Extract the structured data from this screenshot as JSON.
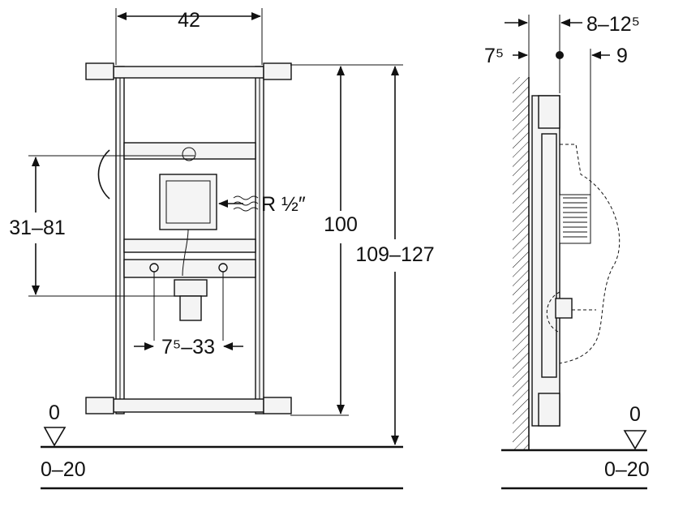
{
  "front_view": {
    "width_label": "42",
    "height_label": "100",
    "total_height_label": "109–127",
    "drain_height_label": "31–81",
    "connection_label": "R ½″",
    "spacing_label": "7⁵–33",
    "floor_zero_label": "0",
    "floor_range_label": "0–20"
  },
  "side_view": {
    "depth_label": "8–12⁵",
    "wall_offset_label": "7⁵",
    "pipe_offset_label": "9",
    "floor_zero_label": "0",
    "floor_range_label": "0–20"
  }
}
